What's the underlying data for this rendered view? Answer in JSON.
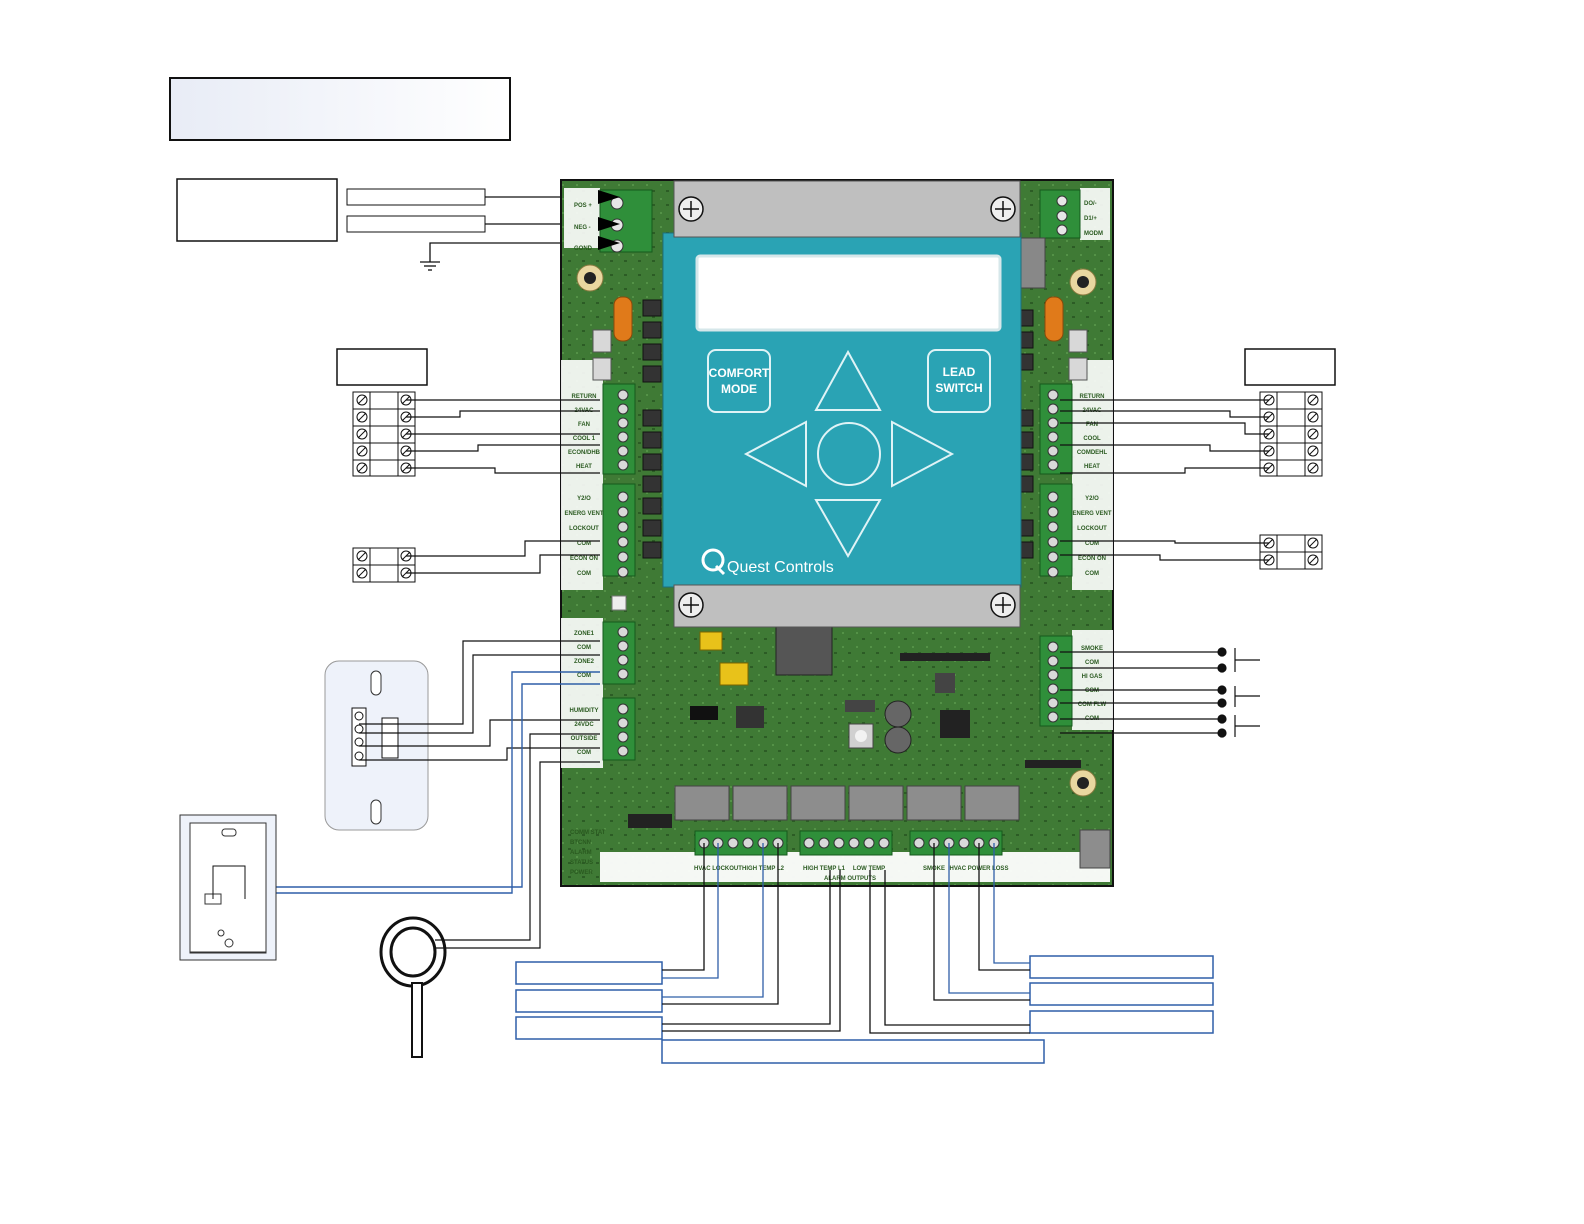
{
  "controller": {
    "brand": "Quest Controls",
    "keys": {
      "comfort_line1": "COMFORT",
      "comfort_line2": "MODE",
      "lead_line1": "LEAD",
      "lead_line2": "SWITCH"
    },
    "power_terminals": [
      "POS +",
      "NEG -",
      "GOND"
    ],
    "modbus_terminals": [
      "DO/-",
      "D1/+",
      "MODM"
    ],
    "hvac1_terminals": [
      "RETURN",
      "24VAC",
      "FAN",
      "COOL 1",
      "ECON/DHB",
      "HEAT"
    ],
    "hvac1_aux_terminals": [
      "Y2/O",
      "ENERG VENT",
      "LOCKOUT",
      "COM",
      "ECON ON",
      "COM"
    ],
    "hvac2_terminals": [
      "RETURN",
      "24VAC",
      "FAN",
      "COOL",
      "COMDEHL",
      "HEAT"
    ],
    "hvac2_aux_terminals": [
      "Y2/O",
      "ENERG VENT",
      "LOCKOUT",
      "COM",
      "ECON ON",
      "COM"
    ],
    "zone_terminals": [
      "ZONE1",
      "COM",
      "ZONE2",
      "COM"
    ],
    "sensor_terminals": [
      "HUMIDITY",
      "24VDC",
      "OUTSIDE",
      "COM"
    ],
    "alarm_input_terminals": [
      "SMOKE",
      "COM",
      "HI GAS",
      "COM",
      "COM FLW",
      "COM"
    ],
    "alarm_output_terminals": [
      "HVAC LOCKOUT",
      "HIGH TEMP L2",
      "HIGH TEMP L1",
      "LOW TEMP",
      "SMOKE",
      "HVAC POWER LOSS"
    ],
    "alarm_outputs_title": "ALARM OUTPUTS",
    "leds": [
      "COMM STAT",
      "BTCNN",
      "ALARM",
      "STATUS",
      "POWER"
    ]
  },
  "colors": {
    "pcb": "#3f7a35",
    "pcb_dark": "#24501f",
    "terminal": "#2f8f3a",
    "lcd_panel": "#2aa3b4",
    "wire_black": "#111111",
    "wire_blue": "#2f5fa8"
  },
  "icons": [
    "ground-icon",
    "screw-terminal-icon",
    "mount-screw-icon",
    "contact-switch-icon",
    "temp-sensor-icon"
  ]
}
